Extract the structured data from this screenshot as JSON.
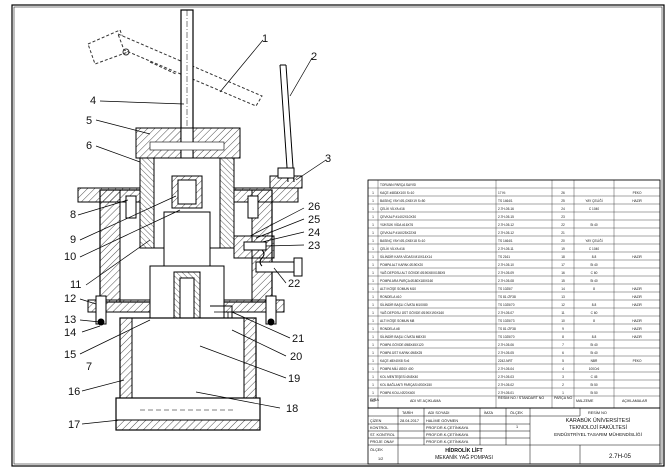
{
  "balloons": [
    "1",
    "2",
    "3",
    "4",
    "5",
    "6",
    "7",
    "8",
    "9",
    "10",
    "11",
    "12",
    "13",
    "14",
    "15",
    "16",
    "17",
    "18",
    "19",
    "20",
    "21",
    "22",
    "23",
    "24",
    "25",
    "26"
  ],
  "bom_header": {
    "no": "NO",
    "name": "ADI VE AÇIKLAMA",
    "drawing_no": "RESİM NO / STANDART NO",
    "qty": "PARÇA NO",
    "material": "MALZEME",
    "note": "AÇIKLAMALAR"
  },
  "bom_rows": [
    {
      "name": "TORUNN PARÇA SAYISI",
      "a": "",
      "b": "",
      "c": "",
      "d": ""
    },
    {
      "name": "KAÇE #4834X100 S=10",
      "a": "17 Kt",
      "b": "26",
      "c": "",
      "d": "PEKO"
    },
    {
      "name": "BASINÇ YAYI Ø1,0X8X19 S=50",
      "a": "TS 1464/1",
      "b": "25",
      "c": "YAY ÇELİĞİ",
      "d": "HAZIR"
    },
    {
      "name": "ÇELİK VİLYA #16",
      "a": "2.7H-05-16",
      "b": "24",
      "c": "C 1040",
      "d": ""
    },
    {
      "name": "ÇEVKALP #14X2X10X30",
      "a": "2.7H-05-15",
      "b": "23",
      "c": "",
      "d": ""
    },
    {
      "name": "YÜKSÜK VİDA #16X76",
      "a": "2.7H-05-12",
      "b": "22",
      "c": "St 40",
      "d": ""
    },
    {
      "name": "ÇEVKALP #16X25X22X8",
      "a": "2.7H-05-12",
      "b": "21",
      "c": "",
      "d": ""
    },
    {
      "name": "BASINÇ YAYI Ø1,0X8X18 S=10",
      "a": "TS 1464/1",
      "b": "20",
      "c": "YAY ÇELİĞİ",
      "d": ""
    },
    {
      "name": "ÇELİK VİLYA #16",
      "a": "2.7H-05-11",
      "b": "19",
      "c": "C 1040",
      "d": ""
    },
    {
      "name": "SİLİNDİR KAFA VİDASI M10X14X14",
      "a": "TS 2161",
      "b": "18",
      "c": "8.8",
      "d": "HAZIR"
    },
    {
      "name": "POMPA ALT KAPAK Ø190X20",
      "a": "2.7H-05-10",
      "b": "17",
      "c": "St 40",
      "d": ""
    },
    {
      "name": "YAĞ DEPOSU ALT GÖVDE Ø190X80X155X5",
      "a": "2.7H-05-09",
      "b": "16",
      "c": "C 60",
      "d": ""
    },
    {
      "name": "POMPA ARA PARÇA Ø180X180X160",
      "a": "2.7H-05-08",
      "b": "15",
      "c": "St 40",
      "d": ""
    },
    {
      "name": "ALTI KÖŞE SOMUN M10",
      "a": "TS 1025/7",
      "b": "14",
      "c": "8",
      "d": "HAZIR"
    },
    {
      "name": "RONDELA #10",
      "a": "TS 81 /ZF38",
      "b": "13",
      "c": "",
      "d": "HAZIR"
    },
    {
      "name": "SİLİNDİR BAŞLI CİVATA M10X80",
      "a": "TS 1025/70",
      "b": "12",
      "c": "8.8",
      "d": "HAZIR"
    },
    {
      "name": "YAĞ DEPOSU ÜST GÖVDE Ø190X190X160",
      "a": "2.7H-05-07",
      "b": "11",
      "c": "C 60",
      "d": ""
    },
    {
      "name": "ALTI KÖŞE SOMUN M8",
      "a": "TS 1025/73",
      "b": "10",
      "c": "8",
      "d": "HAZIR"
    },
    {
      "name": "RONDELA #8",
      "a": "TS 81 /ZF38",
      "b": "9",
      "c": "",
      "d": "HAZIR"
    },
    {
      "name": "SİLİNDİR BAŞLI CİVATA M8X30",
      "a": "TS 1025/70",
      "b": "8",
      "c": "8.8",
      "d": "HAZIR"
    },
    {
      "name": "POMPA GÖVDE Ø65X45X120",
      "a": "2.7H-05-06",
      "b": "7",
      "c": "St 40",
      "d": ""
    },
    {
      "name": "POMPA ÜST KAPAK Ø65X25",
      "a": "2.7H-05-05",
      "b": "6",
      "c": "St 40",
      "d": ""
    },
    {
      "name": "KAÇE #8X40X8 S=6",
      "a": "2242-NRT",
      "b": "5",
      "c": "NBR",
      "d": "PEKO"
    },
    {
      "name": "POMPA MİLİ Ø20X 400",
      "a": "2.7H-05-04",
      "b": "4",
      "c": "100Cr6",
      "d": ""
    },
    {
      "name": "KOL MENTEŞESİ Ø45X40",
      "a": "2.7H-05-03",
      "b": "3",
      "c": "C 45",
      "d": ""
    },
    {
      "name": "KOL BAĞLANTI PARÇASI Ø30X150",
      "a": "2.7H-05-02",
      "b": "2",
      "c": "St 50",
      "d": ""
    },
    {
      "name": "POMPA KOLU Ø20X400",
      "a": "2.7H-05-01",
      "b": "1",
      "c": "St 50",
      "d": ""
    }
  ],
  "title_block": {
    "lbl_sira": "SIRA",
    "lbl_tarih": "TARİH",
    "lbl_adi": "ADI SOYADI",
    "lbl_imza": "İMZA",
    "lbl_olcek_top": "ÖLÇEK",
    "row_ciz": "ÇİZEN",
    "row_kontrol": "KONTROL",
    "row_stkontrol": "ST. KONTROL",
    "row_proje": "PROJE ONAY",
    "lbl_olcek": "ÖLÇEK",
    "scale": "1/2",
    "date": "28.04.2017",
    "drawn_by": "HALİME GÖVMEN",
    "checker1": "PROF.DR.K.ÇETİNKAYA",
    "checker2": "PROF.DR.K.ÇETİNKAYA",
    "checker3": "PROF.DR.K.ÇETİNKAYA",
    "sheet_count": "1",
    "title1": "HİDROLİK LİFT",
    "title2": "MEKANİK YAĞ POMPASI",
    "uni1": "KARABÜK ÜNİVERSİTESİ",
    "uni2": "TEKNOLOJİ FAKÜLTESİ",
    "uni3": "ENDÜSTRİYEL TASARIM MÜHENDİSLİĞİ",
    "lbl_resim": "RESİM NO",
    "drawing_no": "2.7H-05"
  }
}
